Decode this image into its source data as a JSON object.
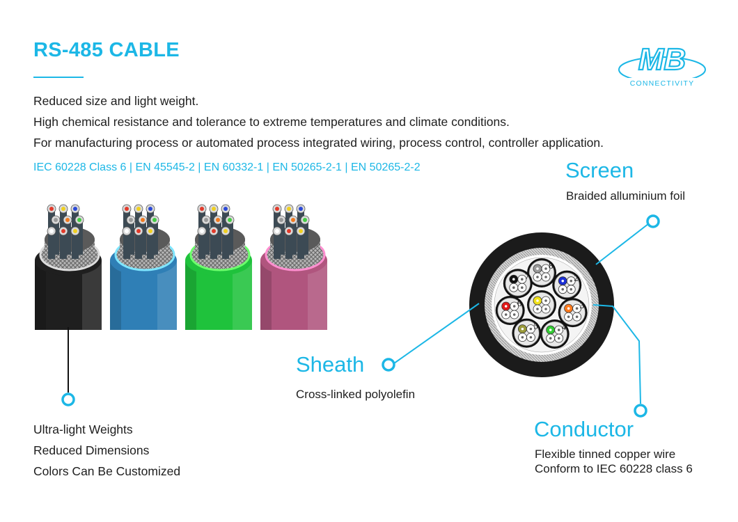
{
  "header": {
    "title": "RS-485 CABLE",
    "description": [
      "Reduced size and light weight.",
      "High chemical resistance and tolerance to extreme temperatures and climate conditions.",
      "For manufacturing process or automated process integrated wiring, process control, controller application."
    ],
    "standards": "IEC 60228 Class 6 | EN 45545-2 | EN 60332-1 | EN 50265-2-1 | EN 50265-2-2"
  },
  "logo": {
    "mark": "MB",
    "tagline": "CONNECTIVITY"
  },
  "cable_variants": [
    {
      "sheath_color": "#1f1f1f",
      "ring_color": "#dddddd"
    },
    {
      "sheath_color": "#2f7fb6",
      "ring_color": "#7fe6ff"
    },
    {
      "sheath_color": "#1fc23c",
      "ring_color": "#6dff6d"
    },
    {
      "sheath_color": "#b0557e",
      "ring_color": "#ff8fd0"
    }
  ],
  "features": [
    "Ultra-light Weights",
    "Reduced Dimensions",
    "Colors Can Be Customized"
  ],
  "cross_section": {
    "pair_numbers": [
      "8",
      "2",
      "3",
      "4",
      "5",
      "6",
      "7"
    ],
    "pair_colors": [
      "#9a9a9a",
      "#1b2fd6",
      "#ff7a1c",
      "#33cc33",
      "#9a9a3a",
      "#e01818",
      "#111111"
    ],
    "center_color": "#f2e21a"
  },
  "callouts": {
    "screen": {
      "label": "Screen",
      "detail": "Braided alluminium foil"
    },
    "sheath": {
      "label": "Sheath",
      "detail": "Cross-linked polyolefin"
    },
    "conductor": {
      "label": "Conductor",
      "detail": [
        "Flexible tinned copper wire",
        "Conform to IEC 60228 class 6"
      ]
    }
  },
  "colors": {
    "accent": "#1cb7e6",
    "text": "#1e1e1e"
  }
}
